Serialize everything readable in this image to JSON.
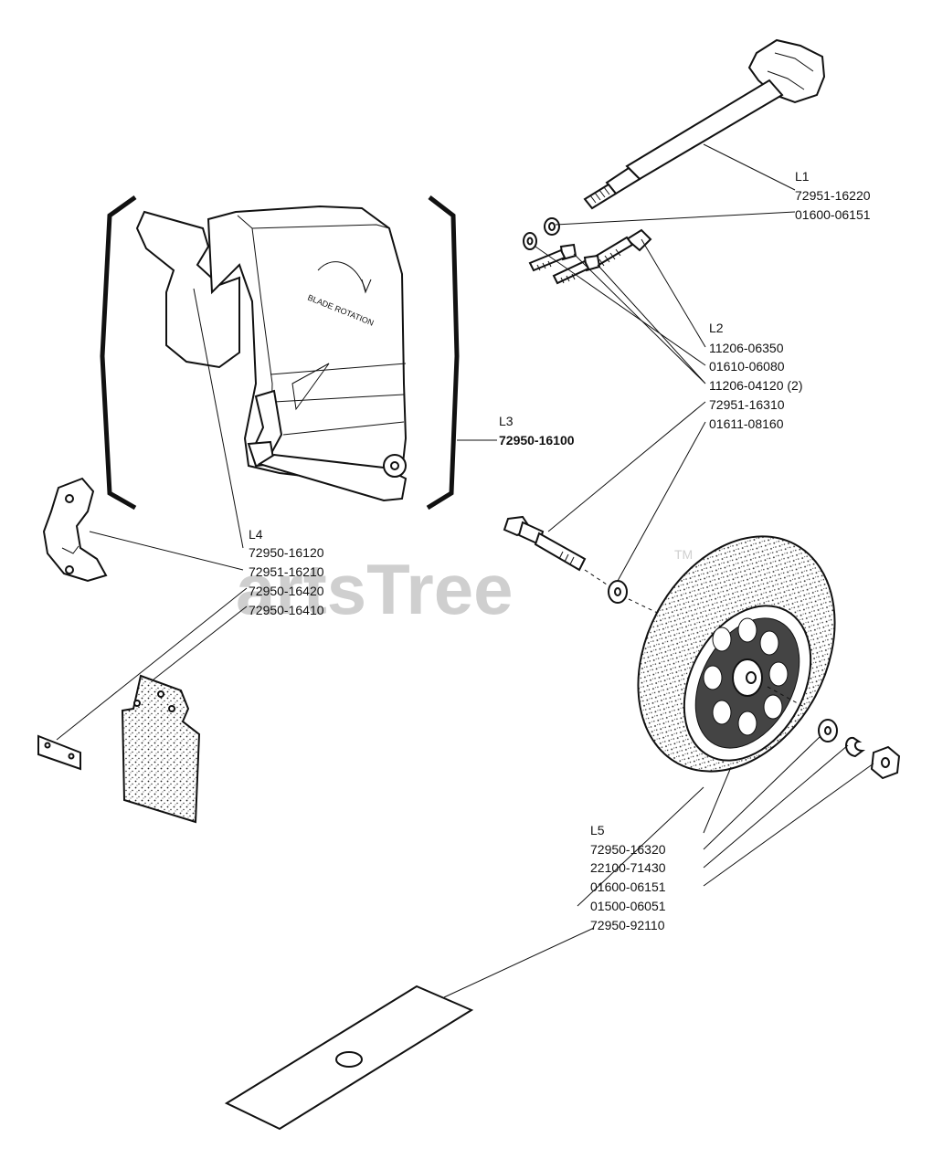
{
  "watermark": {
    "text": "artsTree",
    "tm": "TM"
  },
  "housing": {
    "arrow_text": "BLADE ROTATION"
  },
  "groups": {
    "L1": {
      "label": "L1",
      "parts": [
        "72951-16220",
        "01600-06151"
      ]
    },
    "L2": {
      "label": "L2",
      "parts": [
        "11206-06350",
        "01610-06080",
        "11206-04120 (2)",
        "72951-16310",
        "01611-08160"
      ]
    },
    "L3": {
      "label": "L3",
      "parts": [
        "72950-16100"
      ]
    },
    "L4": {
      "label": "L4",
      "parts": [
        "72950-16120",
        "72951-16210",
        "72950-16420",
        "72950-16410"
      ]
    },
    "L5": {
      "label": "L5",
      "parts": [
        "72950-16320",
        "22100-71430",
        "01600-06151",
        "01500-06051",
        "72950-92110"
      ]
    }
  }
}
